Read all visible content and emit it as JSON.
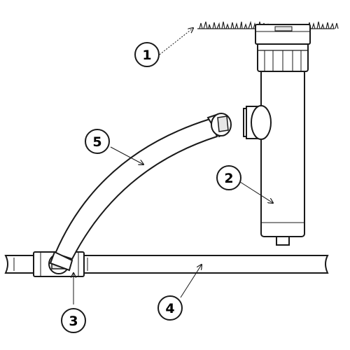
{
  "colors": {
    "stroke": "#1a1a1a",
    "fill": "#ffffff",
    "shade": "#e6e6e6",
    "grass": "#222222"
  },
  "callouts": [
    {
      "id": "1",
      "label": "1",
      "part": "ground-level-grass"
    },
    {
      "id": "2",
      "label": "2",
      "part": "pop-up-sprinkler-body"
    },
    {
      "id": "3",
      "label": "3",
      "part": "tee-fitting"
    },
    {
      "id": "4",
      "label": "4",
      "part": "lateral-pipe"
    },
    {
      "id": "5",
      "label": "5",
      "part": "flexible-swing-pipe"
    }
  ]
}
